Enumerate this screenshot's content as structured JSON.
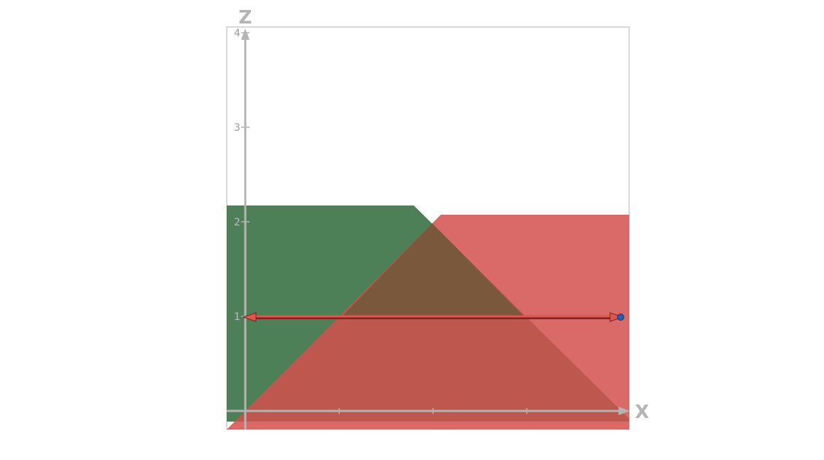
{
  "diagram": {
    "axes": {
      "x_label": "X",
      "z_label": "Z",
      "z_ticks": [
        {
          "value": 1,
          "label": "1"
        },
        {
          "value": 2,
          "label": "2"
        },
        {
          "value": 3,
          "label": "3"
        },
        {
          "value": 4,
          "label": "4"
        }
      ],
      "x_ticks": [
        1,
        2,
        3
      ]
    },
    "colors": {
      "frame": "#b0b0b0",
      "axis": "#b4b4b4",
      "tick_label": "#9a9a9a",
      "green_plane": "#2f6a3b",
      "red_plane": "#d2504c",
      "overlap_dark": "#3f5a2e",
      "vector": "#e0564e",
      "vector_dark": "#7a2420",
      "point": "#2a5db0"
    },
    "planes": [
      {
        "name": "green-plane",
        "opacity": 0.85
      },
      {
        "name": "red-plane",
        "opacity": 0.85
      }
    ],
    "vector": {
      "z": 1,
      "double_headed": true
    },
    "point": {
      "z": 1
    }
  }
}
